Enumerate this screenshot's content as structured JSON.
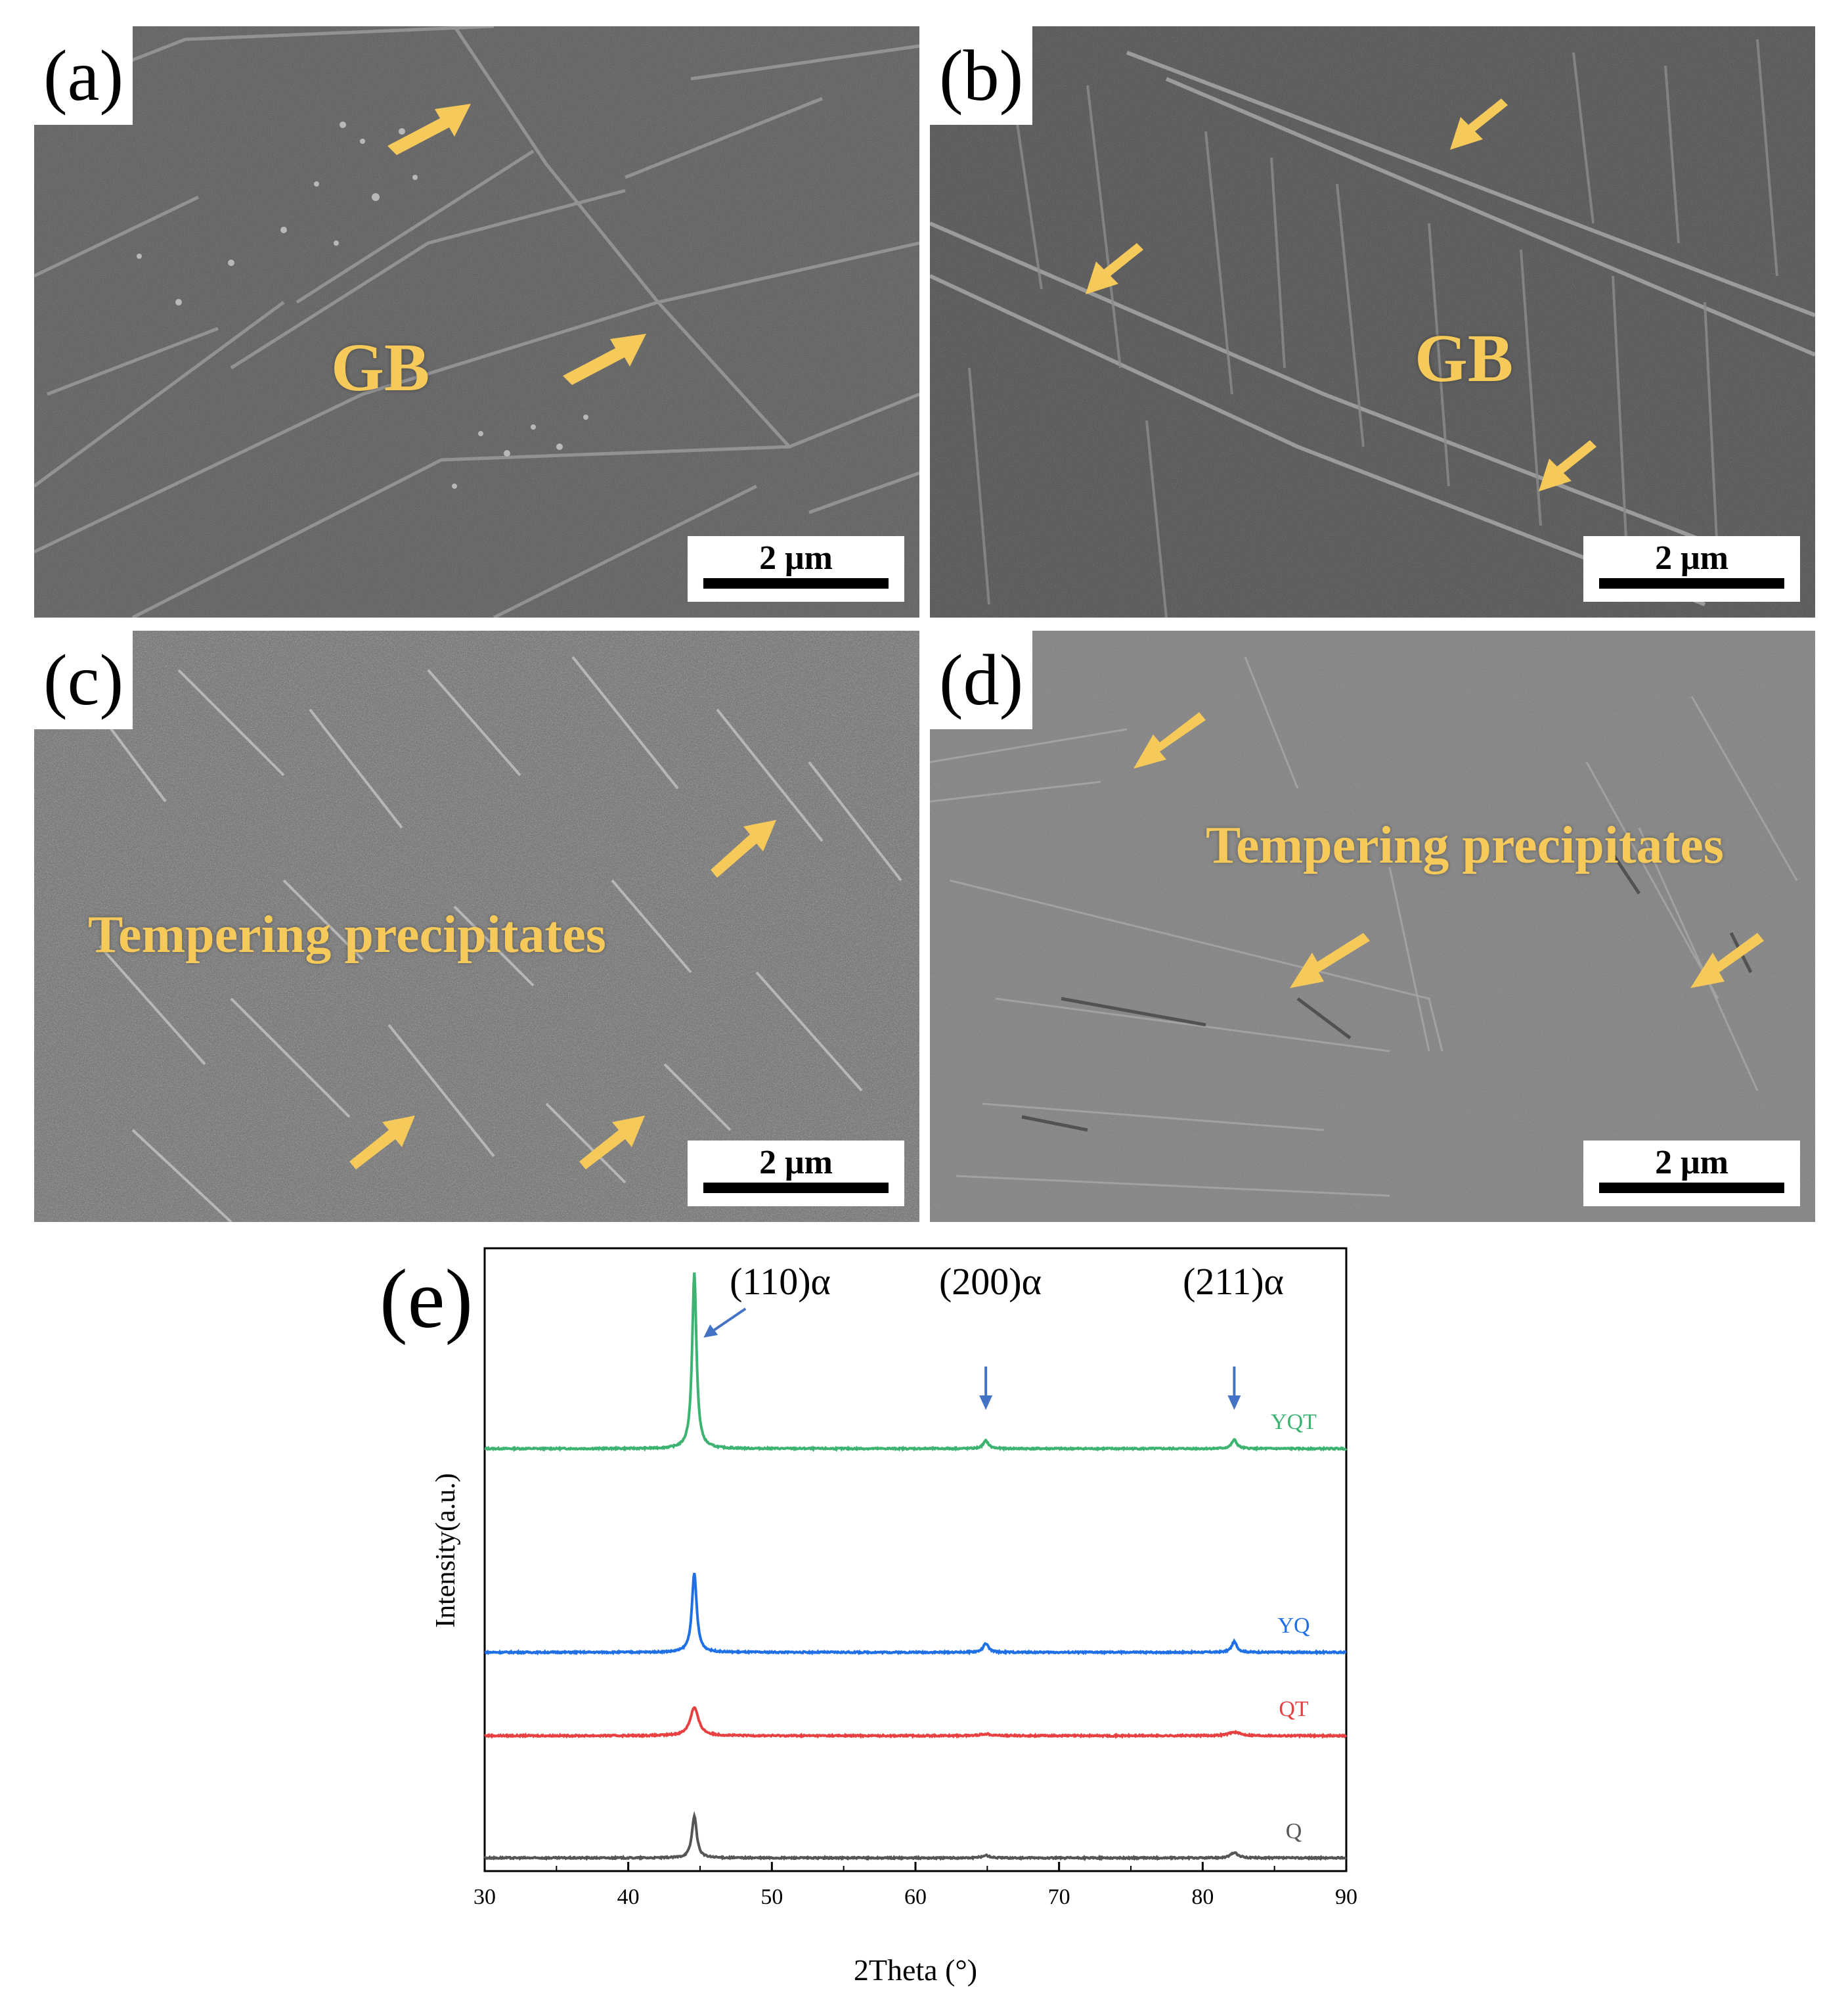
{
  "panels": [
    {
      "id": "a",
      "label": "(a)",
      "annotation": "GB",
      "scale": "2 μm"
    },
    {
      "id": "b",
      "label": "(b)",
      "annotation": "GB",
      "scale": "2 μm"
    },
    {
      "id": "c",
      "label": "(c)",
      "annotation": "Tempering precipitates",
      "scale": "2 μm"
    },
    {
      "id": "d",
      "label": "(d)",
      "annotation": "Tempering precipitates",
      "scale": "2 μm"
    }
  ],
  "arrow_color": "#f6ca5a",
  "chart_data": {
    "type": "line",
    "panel_label": "(e)",
    "xlabel": "2Theta (°)",
    "ylabel": "Intensity(a.u.)",
    "xlim": [
      30,
      90
    ],
    "xticks": [
      30,
      40,
      50,
      60,
      70,
      80,
      90
    ],
    "peaks": [
      {
        "label": "(110)α",
        "x": 44.6
      },
      {
        "label": "(200)α",
        "x": 64.9
      },
      {
        "label": "(211)α",
        "x": 82.2
      }
    ],
    "peak_marker_color": "#4472c4",
    "series": [
      {
        "name": "YQT",
        "color": "#3cb371",
        "heights": [
          1.0,
          0.045,
          0.05
        ],
        "widths": [
          0.18,
          0.22,
          0.22
        ]
      },
      {
        "name": "YQ",
        "color": "#1f6fe5",
        "heights": [
          0.45,
          0.05,
          0.06
        ],
        "widths": [
          0.2,
          0.22,
          0.22
        ]
      },
      {
        "name": "QT",
        "color": "#e84040",
        "heights": [
          0.16,
          0.01,
          0.02
        ],
        "widths": [
          0.35,
          0.5,
          0.5
        ]
      },
      {
        "name": "Q",
        "color": "#555555",
        "heights": [
          0.24,
          0.015,
          0.03
        ],
        "widths": [
          0.2,
          0.3,
          0.3
        ]
      }
    ]
  }
}
